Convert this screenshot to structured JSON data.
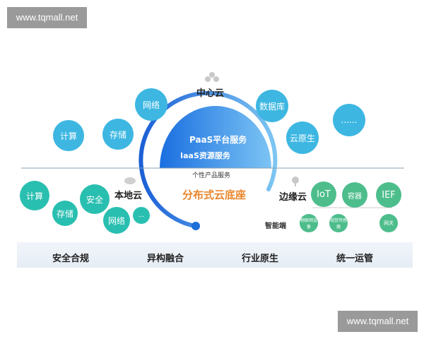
{
  "watermark": "www.tqmall.net",
  "center": {
    "title": "中心云",
    "paas": "PaaS平台服务",
    "iaas": "IaaS资源服务",
    "personal": "个性产品服务",
    "base": "分布式云底座"
  },
  "center_circles": [
    "计算",
    "存储",
    "网络",
    "数据库",
    "云原生",
    "......"
  ],
  "local": {
    "title": "本地云",
    "circles": [
      "计算",
      "存储",
      "安全",
      "网络",
      "..."
    ]
  },
  "edge": {
    "title": "边缘云",
    "circles": [
      "IoT",
      "容器",
      "IEF"
    ],
    "terminal_label": "智能端",
    "terminal_circles": [
      "物联网设备",
      "视觉传感器",
      "网关"
    ]
  },
  "bottom": [
    "安全合规",
    "异构融合",
    "行业原生",
    "统一运管"
  ],
  "colors": {
    "center": "#3db7e2",
    "local": "#29bfb0",
    "edge": "#4dbd8c",
    "base_text": "#e8862c",
    "arc": "#1e6fd9"
  }
}
